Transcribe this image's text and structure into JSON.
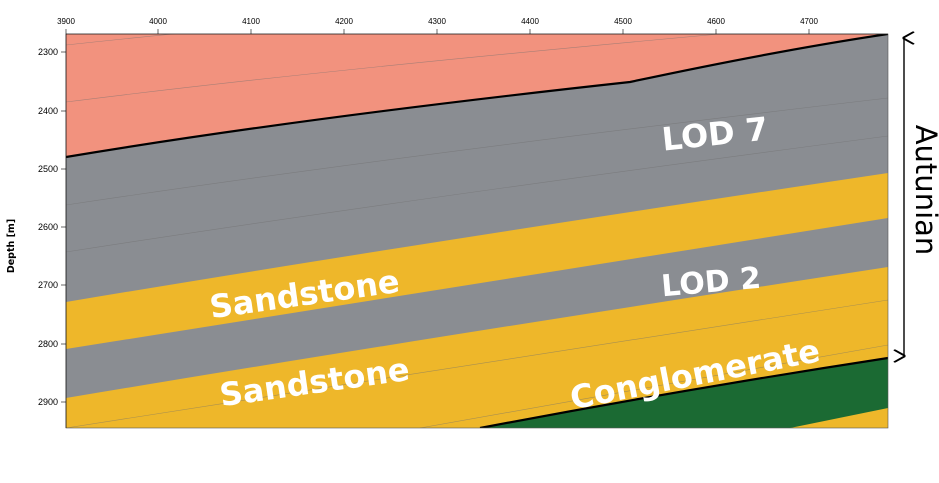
{
  "axes": {
    "x_ticks": [
      "3900",
      "4000",
      "4100",
      "4200",
      "4300",
      "4400",
      "4500",
      "4600",
      "4700"
    ],
    "y_ticks": [
      "2300",
      "2400",
      "2500",
      "2600",
      "2700",
      "2800",
      "2900"
    ],
    "y_title": "Depth [m]"
  },
  "labels": {
    "lod7": "LOD 7",
    "lod2": "LOD 2",
    "sandstone_upper": "Sandstone",
    "sandstone_lower": "Sandstone",
    "conglomerate": "Conglomerate",
    "interval": "Autunian"
  },
  "colors": {
    "top_unit": "#f2927e",
    "lod_gray": "#8a8d92",
    "sandstone": "#eeb72a",
    "basal_green": "#1b6a33",
    "boundary": "#000000"
  }
}
